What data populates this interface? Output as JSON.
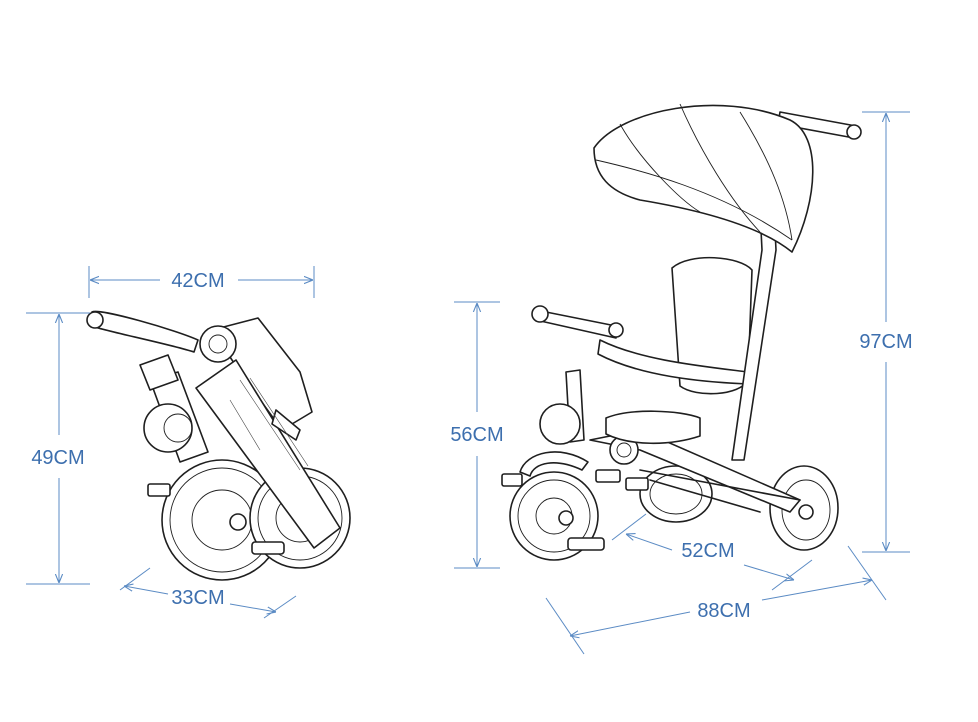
{
  "colors": {
    "dimension": "#5b8bc4",
    "label": "#3d6fae",
    "line_art": "#1f1f1f"
  },
  "folded": {
    "width_label": "42CM",
    "height_label": "49CM",
    "depth_label": "33CM"
  },
  "unfolded": {
    "total_height_label": "97CM",
    "seat_height_label": "56CM",
    "width_label": "52CM",
    "length_label": "88CM"
  }
}
